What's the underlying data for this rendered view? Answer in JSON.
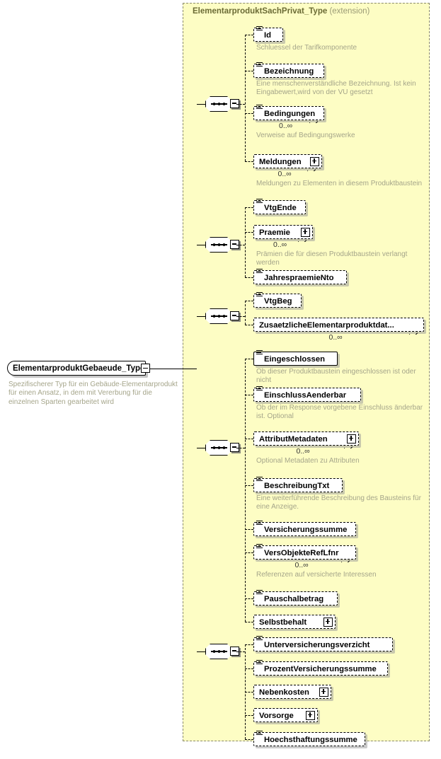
{
  "diagram": {
    "kind": "xsd-schema-diagram",
    "root": {
      "name": "ElementarproduktGebaeude_Type",
      "annotation": "Spezifischerer Typ für ein Gebäude-Elementarprodukt für einen Ansatz, in dem mit Vererbung für die einzelnen Sparten gearbeitet wird",
      "collapse_glyph": "−"
    },
    "extension": {
      "title": "ElementarproduktSachPrivat_Type",
      "kind": "(extension)"
    },
    "cardinality_unbounded": "0..∞",
    "groups": [
      {
        "id": "group-1",
        "compositor": "sequence",
        "elements": [
          {
            "name": "Id",
            "simple": true,
            "required": false,
            "expandable": false,
            "repeat": false,
            "cardinality": "",
            "annotation": "Schluessel der Tarifkomponente"
          },
          {
            "name": "Bezeichnung",
            "simple": true,
            "required": false,
            "expandable": false,
            "repeat": false,
            "cardinality": "",
            "annotation": "Eine menschenverständliche Bezeichnung. Ist kein Eingabewert,wird von der VU gesetzt"
          },
          {
            "name": "Bedingungen",
            "simple": true,
            "required": false,
            "expandable": false,
            "repeat": true,
            "cardinality": "0..∞",
            "annotation": "Verweise auf Bedingungswerke"
          },
          {
            "name": "Meldungen",
            "simple": false,
            "required": false,
            "expandable": true,
            "repeat": true,
            "cardinality": "0..∞",
            "annotation": "Meldungen zu Elementen in diesem Produktbaustein"
          }
        ]
      },
      {
        "id": "group-2",
        "compositor": "sequence",
        "elements": [
          {
            "name": "VtgEnde",
            "simple": true,
            "required": false,
            "expandable": false,
            "repeat": false,
            "cardinality": "",
            "annotation": ""
          },
          {
            "name": "Praemie",
            "simple": false,
            "required": false,
            "expandable": true,
            "repeat": true,
            "cardinality": "0..∞",
            "annotation": "Prämien die für diesen Produktbaustein verlangt werden"
          },
          {
            "name": "JahrespraemieNto",
            "simple": true,
            "required": false,
            "expandable": false,
            "repeat": false,
            "cardinality": "",
            "annotation": ""
          }
        ]
      },
      {
        "id": "group-3",
        "compositor": "sequence",
        "elements": [
          {
            "name": "VtgBeg",
            "simple": true,
            "required": false,
            "expandable": false,
            "repeat": false,
            "cardinality": "",
            "annotation": ""
          },
          {
            "name": "ZusaetzlicheElementarproduktdat...",
            "simple": false,
            "required": false,
            "expandable": false,
            "repeat": true,
            "cardinality": "0..∞",
            "annotation": ""
          }
        ]
      },
      {
        "id": "group-4",
        "compositor": "sequence",
        "elements": [
          {
            "name": "Eingeschlossen",
            "simple": true,
            "required": true,
            "expandable": false,
            "repeat": false,
            "cardinality": "",
            "annotation": "Ob dieser Produktbaustein eingeschlossen ist oder nicht"
          },
          {
            "name": "EinschlussAenderbar",
            "simple": true,
            "required": false,
            "expandable": false,
            "repeat": false,
            "cardinality": "",
            "annotation": "Ob der im Response vorgebene Einschluss änderbar ist. Optional"
          },
          {
            "name": "AttributMetadaten",
            "simple": false,
            "required": false,
            "expandable": true,
            "repeat": true,
            "cardinality": "0..∞",
            "annotation": "Optional Metadaten zu Attributen"
          },
          {
            "name": "BeschreibungTxt",
            "simple": true,
            "required": false,
            "expandable": false,
            "repeat": false,
            "cardinality": "",
            "annotation": "Eine weiterführende Beschreibung des Bausteins für eine Anzeige."
          },
          {
            "name": "Versicherungssumme",
            "simple": true,
            "required": false,
            "expandable": false,
            "repeat": false,
            "cardinality": "",
            "annotation": ""
          },
          {
            "name": "VersObjekteRefLfnr",
            "simple": true,
            "required": false,
            "expandable": false,
            "repeat": true,
            "cardinality": "0..∞",
            "annotation": "Referenzen auf versicherte Interessen"
          },
          {
            "name": "Pauschalbetrag",
            "simple": true,
            "required": false,
            "expandable": false,
            "repeat": false,
            "cardinality": "",
            "annotation": ""
          },
          {
            "name": "Selbstbehalt",
            "simple": false,
            "required": false,
            "expandable": true,
            "repeat": false,
            "cardinality": "",
            "annotation": ""
          }
        ]
      },
      {
        "id": "group-5",
        "compositor": "sequence",
        "elements": [
          {
            "name": "Unterversicherungsverzicht",
            "simple": true,
            "required": false,
            "expandable": false,
            "repeat": false,
            "cardinality": "",
            "annotation": ""
          },
          {
            "name": "ProzentVersicherungssumme",
            "simple": true,
            "required": false,
            "expandable": false,
            "repeat": false,
            "cardinality": "",
            "annotation": ""
          },
          {
            "name": "Nebenkosten",
            "simple": false,
            "required": false,
            "expandable": true,
            "repeat": false,
            "cardinality": "",
            "annotation": ""
          },
          {
            "name": "Vorsorge",
            "simple": false,
            "required": false,
            "expandable": true,
            "repeat": false,
            "cardinality": "",
            "annotation": ""
          },
          {
            "name": "Hoechsthaftungssumme",
            "simple": true,
            "required": false,
            "expandable": false,
            "repeat": false,
            "cardinality": "",
            "annotation": ""
          }
        ]
      }
    ]
  }
}
